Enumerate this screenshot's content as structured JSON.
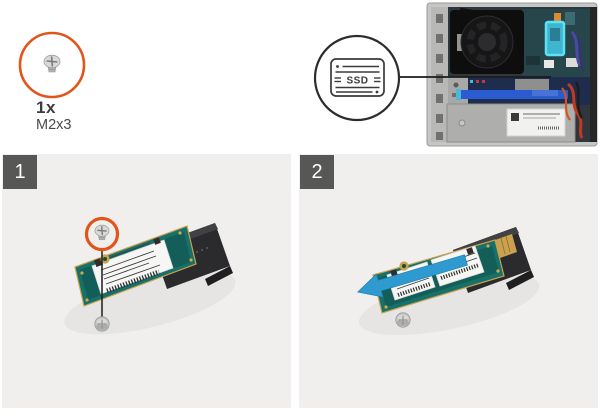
{
  "colors": {
    "accent_orange": "#e1551c",
    "arrow_blue": "#2f9ad0",
    "ssd_highlight_cyan": "#5ee1f4",
    "step_badge_gray": "#575756",
    "panel_background": "#f0efed",
    "pcb_teal": "#17706a"
  },
  "screw_callout": {
    "icon": "screw-icon",
    "quantity": "1x",
    "screw_size": "M2x3"
  },
  "location_callout": {
    "icon": "ssd-icon",
    "label": "SSD"
  },
  "steps": [
    {
      "number": "1",
      "description": "ssd-screw-removal"
    },
    {
      "number": "2",
      "description": "ssd-removal-from-slot"
    }
  ]
}
